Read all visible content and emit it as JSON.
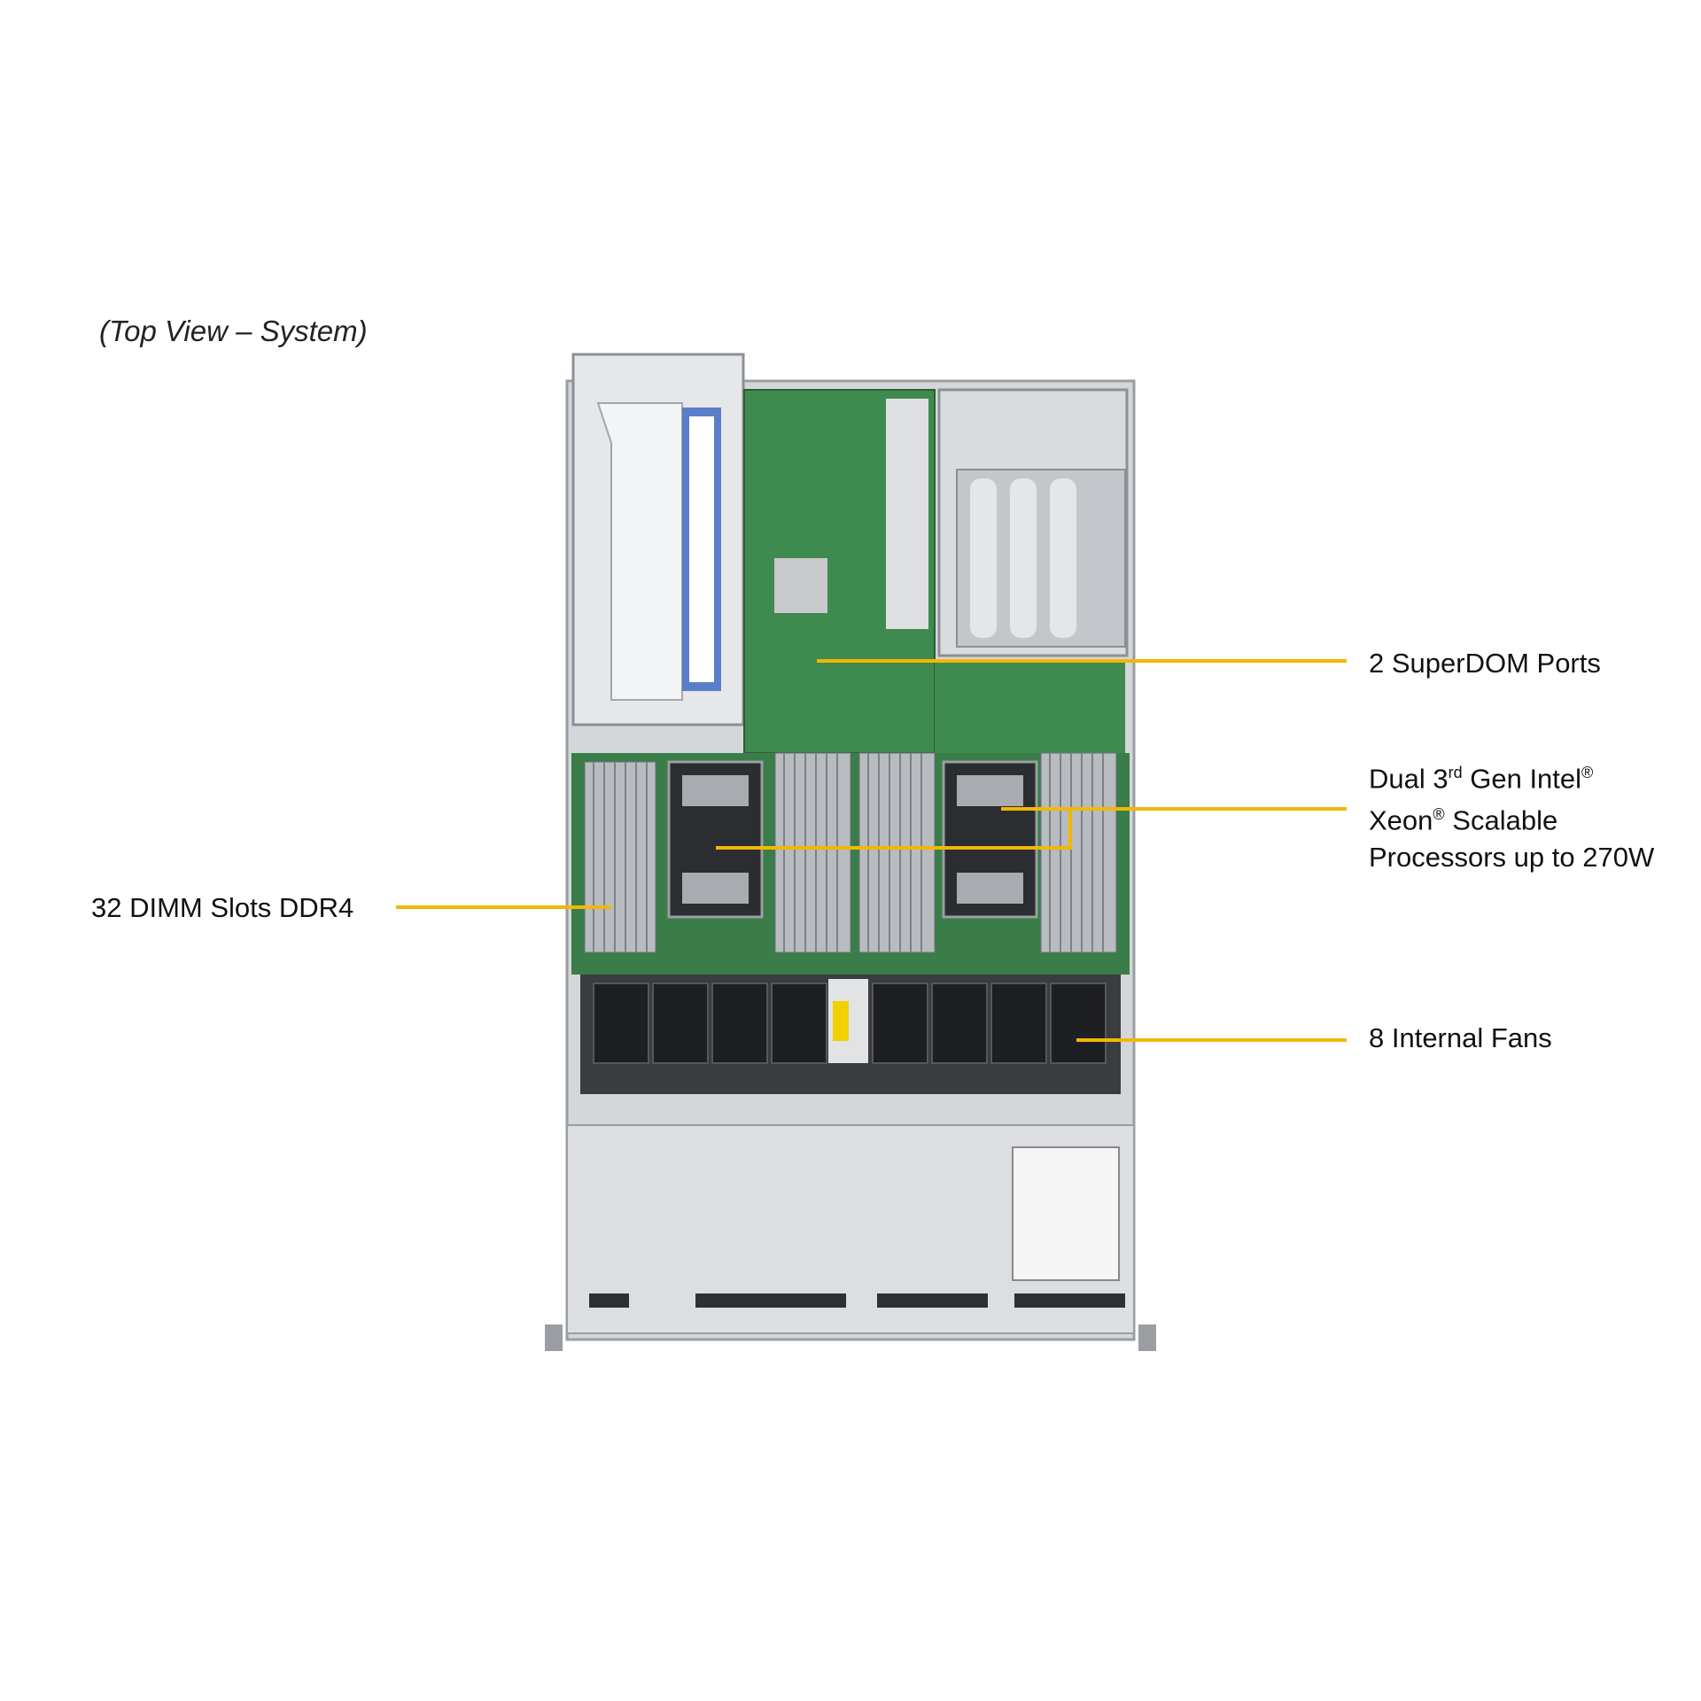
{
  "caption": "(Top View – System)",
  "callouts": {
    "superdom": "2 SuperDOM Ports",
    "cpu": {
      "line1_a": "Dual 3",
      "line1_sup": "rd",
      "line1_b": " Gen Intel",
      "line1_reg": "®",
      "line2_a": "Xeon",
      "line2_reg": "®",
      "line2_b": " Scalable",
      "line3": "Processors up to 270W"
    },
    "dimm": "32 DIMM Slots DDR4",
    "fans": "8 Internal Fans"
  },
  "colors": {
    "leader_line": "#f2b705",
    "pcb": "#3f8a4e",
    "chassis_metal": "#c9ccd0",
    "fan": "#1e1f22"
  }
}
